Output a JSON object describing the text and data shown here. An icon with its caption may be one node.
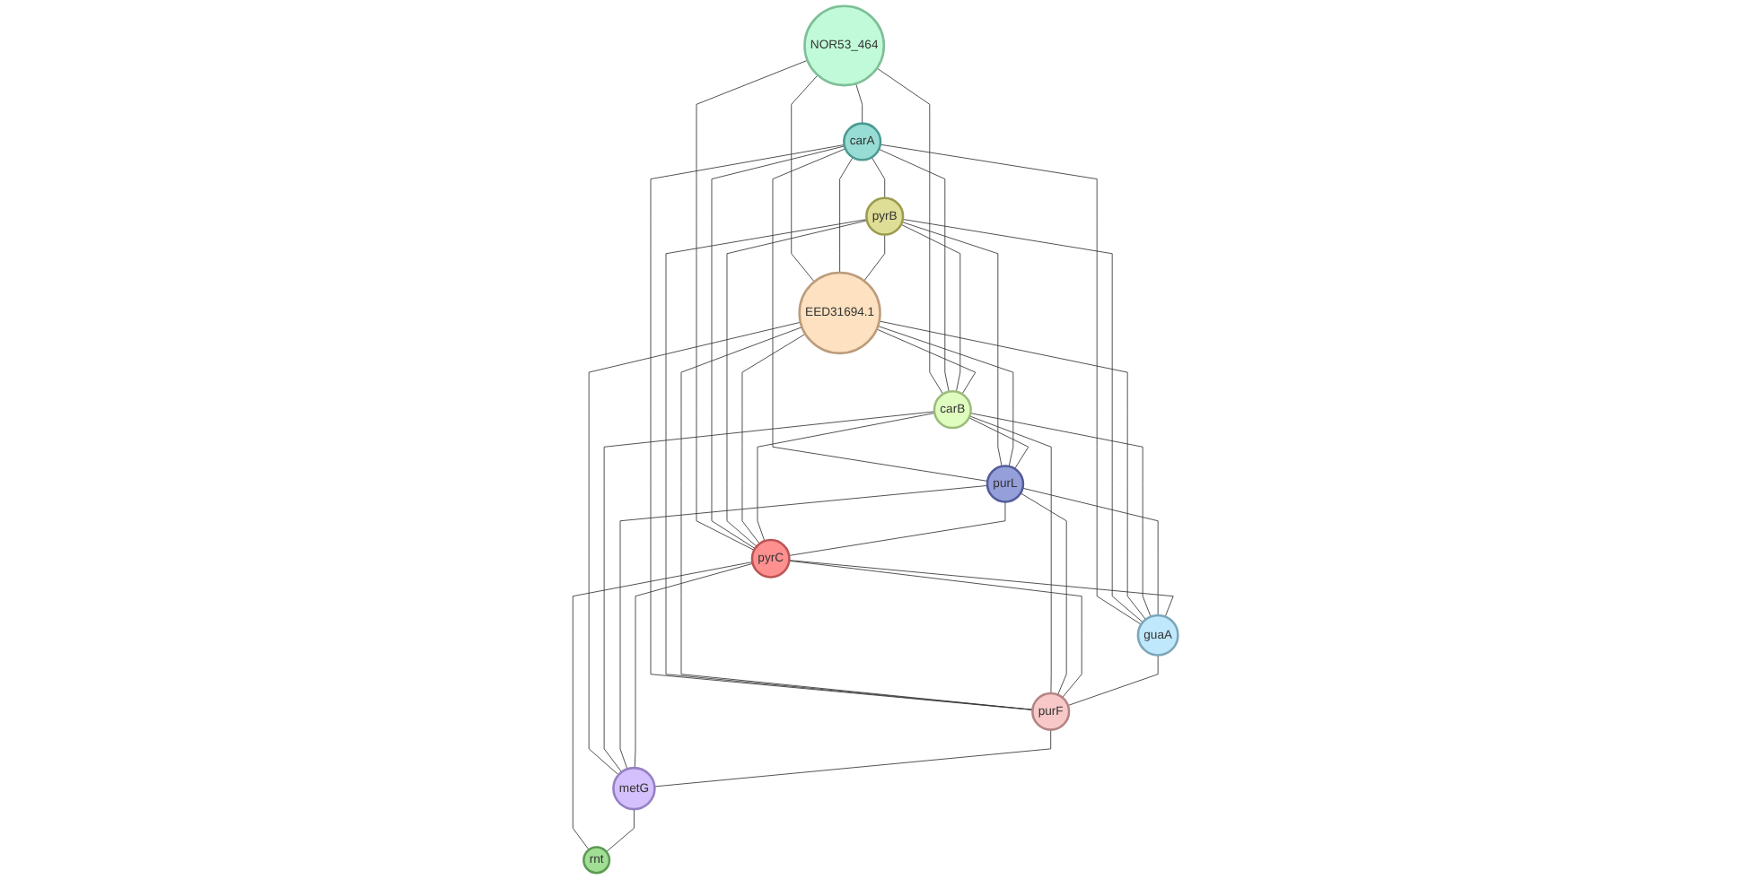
{
  "diagram": {
    "nodes": [
      {
        "text": [
          "NOR53_464"
        ]
      },
      {
        "text": [
          "carA"
        ]
      },
      {
        "text": [
          "pyrB"
        ]
      },
      {
        "text": [
          "EED31694.1"
        ]
      },
      {
        "text": [
          "carB"
        ]
      },
      {
        "text": [
          "purL"
        ]
      },
      {
        "text": [
          "pyrC"
        ]
      },
      {
        "text": [
          "guaA"
        ]
      },
      {
        "text": [
          "purF"
        ]
      },
      {
        "text": [
          "metG"
        ]
      },
      {
        "text": [
          "rnt"
        ]
      }
    ],
    "edges": [
      {
        "from": 0,
        "to": 1,
        "arrow": "none"
      },
      {
        "from": 0,
        "to": 3,
        "arrow": "none"
      },
      {
        "from": 0,
        "to": 4,
        "arrow": "none"
      },
      {
        "from": 0,
        "to": 6,
        "arrow": "none"
      },
      {
        "from": 1,
        "to": 2,
        "arrow": "none"
      },
      {
        "from": 1,
        "to": 3,
        "arrow": "none"
      },
      {
        "from": 1,
        "to": 4,
        "arrow": "none"
      },
      {
        "from": 1,
        "to": 5,
        "arrow": "none"
      },
      {
        "from": 1,
        "to": 6,
        "arrow": "none"
      },
      {
        "from": 1,
        "to": 7,
        "arrow": "none"
      },
      {
        "from": 1,
        "to": 8,
        "arrow": "none"
      },
      {
        "from": 2,
        "to": 3,
        "arrow": "none"
      },
      {
        "from": 2,
        "to": 4,
        "arrow": "none"
      },
      {
        "from": 2,
        "to": 5,
        "arrow": "none"
      },
      {
        "from": 2,
        "to": 6,
        "arrow": "none"
      },
      {
        "from": 2,
        "to": 7,
        "arrow": "none"
      },
      {
        "from": 2,
        "to": 8,
        "arrow": "none"
      },
      {
        "from": 3,
        "to": 4,
        "arrow": "none"
      },
      {
        "from": 3,
        "to": 5,
        "arrow": "none"
      },
      {
        "from": 3,
        "to": 6,
        "arrow": "none"
      },
      {
        "from": 3,
        "to": 7,
        "arrow": "none"
      },
      {
        "from": 3,
        "to": 8,
        "arrow": "none"
      },
      {
        "from": 3,
        "to": 9,
        "arrow": "none"
      },
      {
        "from": 4,
        "to": 5,
        "arrow": "none"
      },
      {
        "from": 4,
        "to": 6,
        "arrow": "none"
      },
      {
        "from": 4,
        "to": 7,
        "arrow": "none"
      },
      {
        "from": 4,
        "to": 8,
        "arrow": "none"
      },
      {
        "from": 4,
        "to": 9,
        "arrow": "none"
      },
      {
        "from": 5,
        "to": 6,
        "arrow": "none"
      },
      {
        "from": 5,
        "to": 7,
        "arrow": "none"
      },
      {
        "from": 5,
        "to": 8,
        "arrow": "none"
      },
      {
        "from": 5,
        "to": 9,
        "arrow": "none"
      },
      {
        "from": 6,
        "to": 7,
        "arrow": "none"
      },
      {
        "from": 6,
        "to": 8,
        "arrow": "none"
      },
      {
        "from": 6,
        "to": 9,
        "arrow": "none"
      },
      {
        "from": 6,
        "to": 10,
        "arrow": "none"
      },
      {
        "from": 7,
        "to": 8,
        "arrow": "none"
      },
      {
        "from": 8,
        "to": 9,
        "arrow": "none"
      },
      {
        "from": 9,
        "to": 10,
        "arrow": "none"
      }
    ]
  }
}
